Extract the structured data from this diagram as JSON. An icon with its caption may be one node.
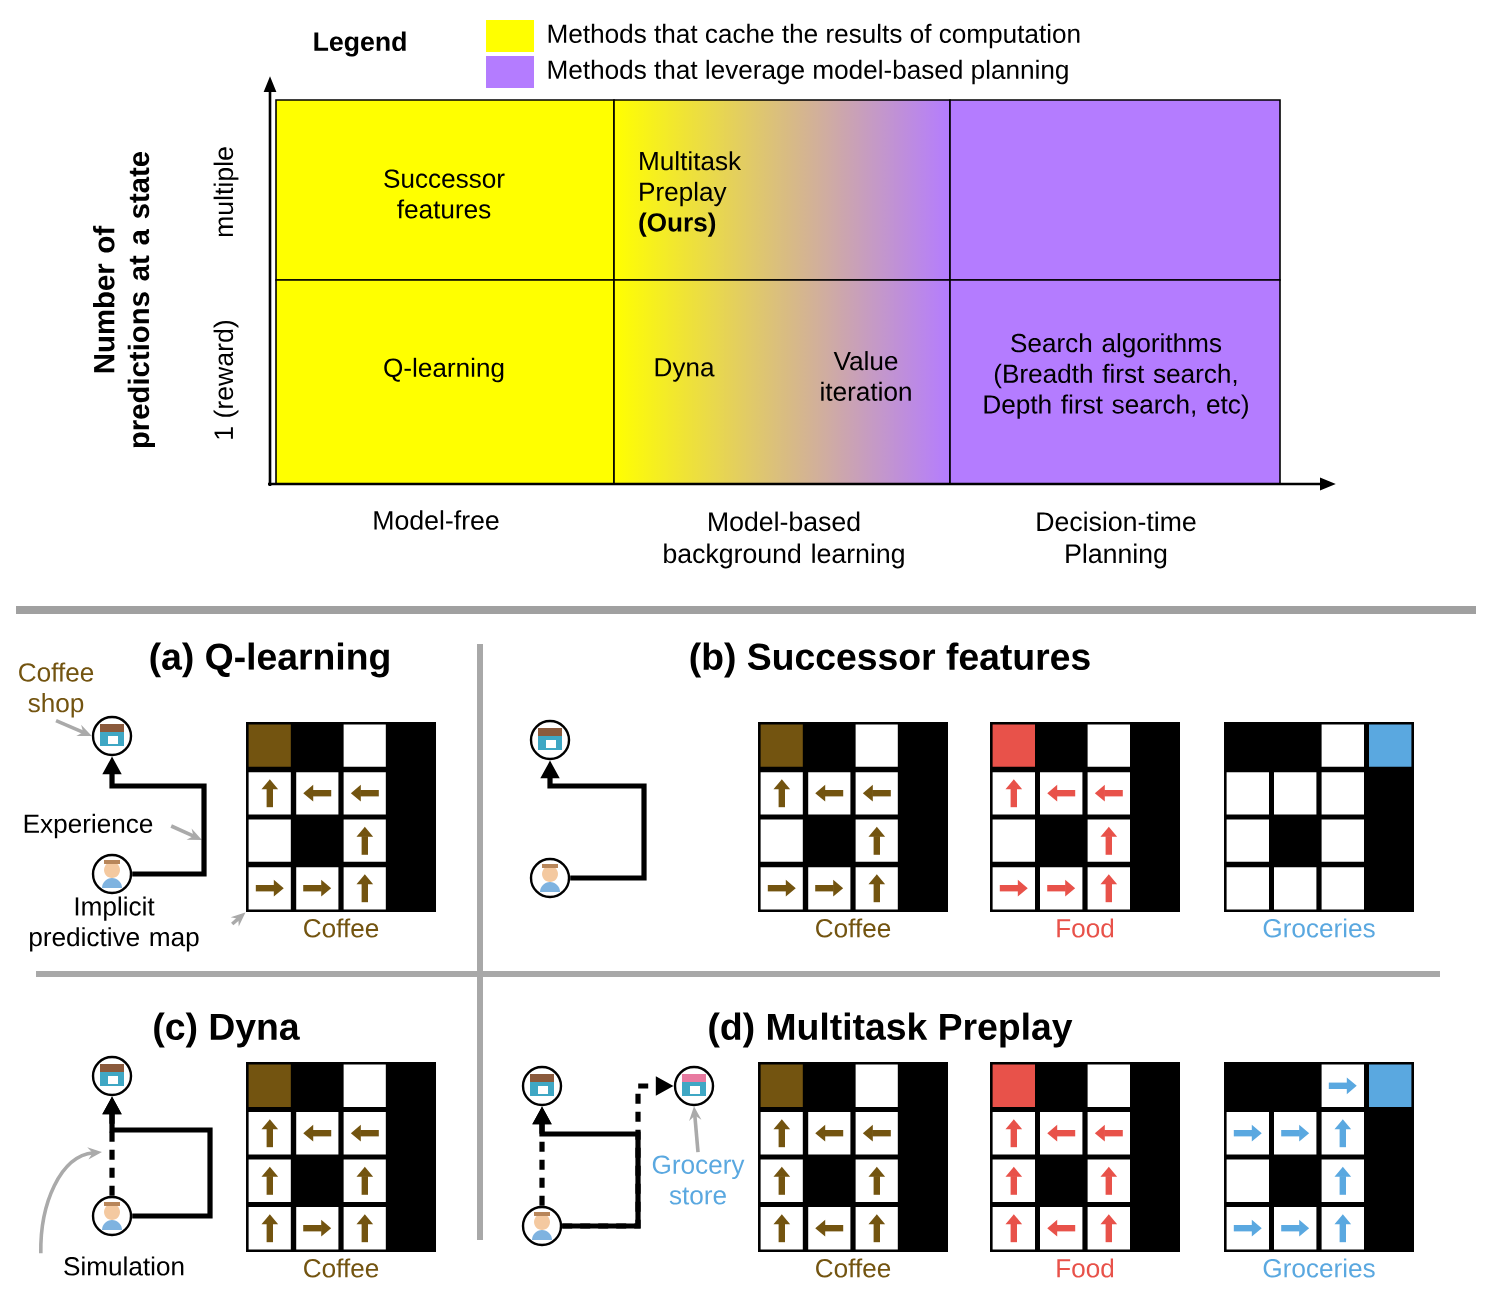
{
  "diagram": {
    "nodes": [
      {
        "text": [
          "Successor features"
        ]
      },
      {
        "text": [
          "Multitask Preplay **(Ours)**"
        ]
      },
      {
        "text": [],
        "shape": "box"
      },
      {
        "text": [
          "Q-learning"
        ]
      },
      {
        "text": [
          "Dyna",
          "Value iteration"
        ]
      },
      {
        "text": [
          "Search algorithms (Breadth first search, Depth first search, etc)"
        ]
      },
      {
        "text": [
          "Coffee shop"
        ]
      },
      {
        "text": [],
        "shape": "picture"
      },
      {
        "text": [
          "Experience"
        ]
      },
      {
        "text": [],
        "shape": "person"
      },
      {
        "text": [
          "Implicit predictive map"
        ]
      },
      {
        "text": [],
        "shape": "grid",
        "beside": [
          "Coffee"
        ]
      },
      {
        "text": [],
        "shape": "picture"
      },
      {
        "text": [],
        "shape": "person"
      },
      {
        "text": [],
        "shape": "grid",
        "beside": [
          "Coffee"
        ]
      },
      {
        "text": [],
        "shape": "grid",
        "beside": [
          "Food"
        ]
      },
      {
        "text": [],
        "shape": "grid",
        "beside": [
          "Groceries"
        ]
      },
      {
        "text": [],
        "shape": "picture"
      },
      {
        "text": [],
        "shape": "person"
      },
      {
        "text": [
          "Simulation"
        ]
      },
      {
        "text": [],
        "shape": "grid",
        "beside": [
          "Coffee"
        ]
      },
      {
        "text": [],
        "shape": "picture"
      },
      {
        "text": [],
        "shape": "picture"
      },
      {
        "text": [
          "Grocery store"
        ]
      },
      {
        "text": [],
        "shape": "person"
      },
      {
        "text": [],
        "shape": "grid",
        "beside": [
          "Coffee"
        ]
      },
      {
        "text": [],
        "shape": "grid",
        "beside": [
          "Food"
        ]
      },
      {
        "text": [],
        "shape": "grid",
        "beside": [
          "Groceries"
        ]
      }
    ],
    "edges": [
      {
        "from": 6,
        "to": 7,
        "arrow": "to",
        "color": "#aaaaaa"
      },
      {
        "from": 8,
        "to": null,
        "arrow": "to",
        "color": "#aaaaaa"
      },
      {
        "from": 9,
        "to": 7,
        "arrow": "to"
      },
      {
        "from": 10,
        "to": 11,
        "arrow": "to",
        "color": "#aaaaaa"
      },
      {
        "from": 13,
        "to": 12,
        "arrow": "to"
      },
      {
        "from": 18,
        "to": 17,
        "arrow": "to"
      },
      {
        "from": 18,
        "to": 17,
        "arrow": "to",
        "style": "dashed"
      },
      {
        "from": 19,
        "to": null,
        "arrow": "to",
        "color": "#aaaaaa"
      },
      {
        "from": 24,
        "to": 21,
        "arrow": "to"
      },
      {
        "from": 24,
        "to": 21,
        "arrow": "to",
        "style": "dashed"
      },
      {
        "from": 24,
        "to": 22,
        "arrow": "to",
        "style": "dashed"
      },
      {
        "from": 23,
        "to": 22,
        "arrow": "to",
        "color": "#aaaaaa"
      }
    ],
    "labels": [
      "Legend",
      "Number of predictions at a state",
      "multiple",
      "1 (reward)",
      "Model-free",
      "Model-based background learning",
      "Decision-time Planning",
      "(a) Q-learning",
      "(b) Successor features",
      "(c) Dyna",
      "(d) Multitask Preplay"
    ],
    "legend": [
      {
        "text": "Methods that cache the results of computation",
        "color": "#ffff00"
      },
      {
        "text": "Methods that leverage model-based planning",
        "color": "#b47cff"
      }
    ]
  }
}
